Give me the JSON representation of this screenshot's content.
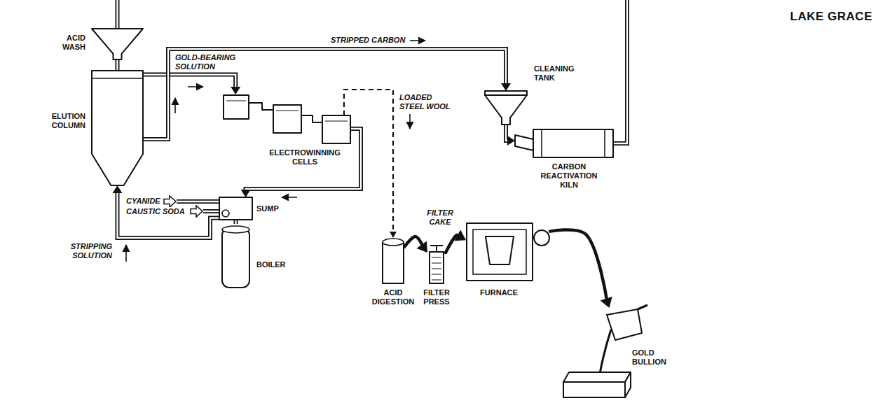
{
  "diagram": {
    "title": "LAKE GRACE",
    "nodes": [
      {
        "text": [
          "ACID WASH"
        ]
      },
      {
        "text": [
          "ELUTION COLUMN"
        ]
      },
      {
        "text": [
          "ELECTROWINNING CELLS"
        ]
      },
      {
        "text": [
          "SUMP"
        ]
      },
      {
        "text": [
          "BOILER"
        ]
      },
      {
        "text": [
          "CLEANING TANK"
        ]
      },
      {
        "text": [
          "CARBON REACTIVATION KILN"
        ]
      },
      {
        "text": [
          "ACID DIGESTION"
        ]
      },
      {
        "text": [
          "FILTER PRESS"
        ]
      },
      {
        "text": [
          "FURNACE"
        ]
      },
      {
        "text": [
          "GOLD BULLION"
        ]
      }
    ],
    "edges": [
      {
        "from": 0,
        "to": 1,
        "arrow": "none"
      },
      {
        "from": 1,
        "to": 2,
        "label": "GOLD-BEARING SOLUTION",
        "arrow": "to"
      },
      {
        "from": 2,
        "to": 3,
        "arrow": "to"
      },
      {
        "from": 3,
        "to": 1,
        "label": "STRIPPING SOLUTION",
        "arrow": "to"
      },
      {
        "from": 4,
        "to": 3,
        "arrow": "none"
      },
      {
        "from": 1,
        "to": 5,
        "label": "STRIPPED CARBON",
        "arrow": "to"
      },
      {
        "from": 5,
        "to": 6,
        "arrow": "to"
      },
      {
        "from": 2,
        "to": 7,
        "label": "LOADED STEEL WOOL",
        "arrow": "to"
      },
      {
        "from": 7,
        "to": 8,
        "label": "FILTER CAKE",
        "arrow": "to"
      },
      {
        "from": 8,
        "to": 9,
        "arrow": "to"
      },
      {
        "from": 9,
        "to": 10,
        "arrow": "to"
      }
    ],
    "labels": [
      "CYANIDE",
      "CAUSTIC SODA"
    ]
  }
}
